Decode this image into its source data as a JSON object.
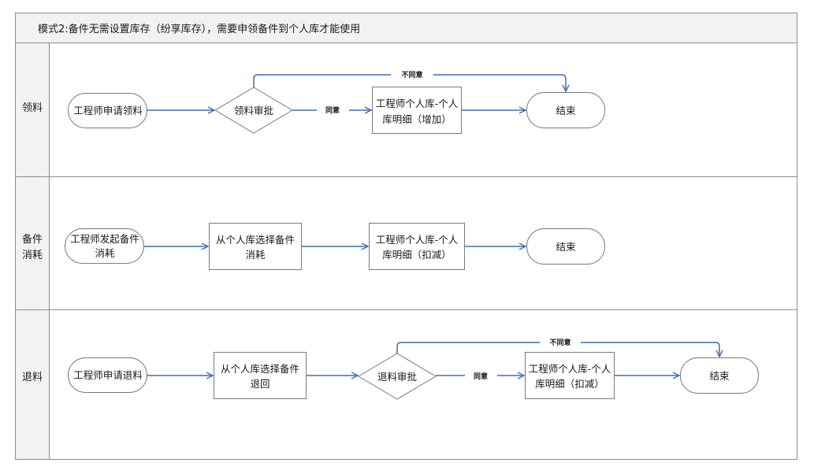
{
  "title": "模式2:备件无需设置库存（纷享库存），需要申领备件到个人库才能使用",
  "lanes": [
    {
      "label": [
        "领料"
      ]
    },
    {
      "label": [
        "备件",
        "消耗"
      ]
    },
    {
      "label": [
        "退料"
      ]
    }
  ],
  "nodes": {
    "l1_start": [
      "工程师申请领料"
    ],
    "l1_approve": [
      "领料审批"
    ],
    "l1_detail": [
      "工程师个人库-个人",
      "库明细（增加）"
    ],
    "l1_end": [
      "结束"
    ],
    "l2_start": [
      "工程师发起备件",
      "消耗"
    ],
    "l2_select": [
      "从个人库选择备件",
      "消耗"
    ],
    "l2_detail": [
      "工程师个人库-个人",
      "库明细（扣减）"
    ],
    "l2_end": [
      "结束"
    ],
    "l3_start": [
      "工程师申请退料"
    ],
    "l3_select": [
      "从个人库选择备件",
      "退回"
    ],
    "l3_approve": [
      "退料审批"
    ],
    "l3_detail": [
      "工程师个人库-个人",
      "库明细（扣减）"
    ],
    "l3_end": [
      "结束"
    ]
  },
  "edges": {
    "l1_agree": "同意",
    "l1_disagree": "不同意",
    "l3_agree": "同意",
    "l3_disagree": "不同意"
  },
  "colors": {
    "border": "#8c8c8c",
    "header_bg": "#f2f2f2",
    "arrow": "#3d6fb5",
    "node_stroke": "#7a7a7a",
    "text": "#1a1a1a"
  }
}
